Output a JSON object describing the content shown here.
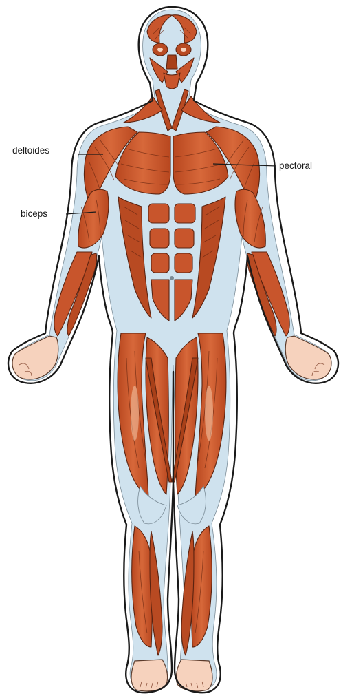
{
  "labels": {
    "deltoides": "deltoides",
    "biceps": "biceps",
    "pectoral": "pectoral"
  },
  "colors": {
    "muscle": "#c8552c",
    "muscle_dark": "#a33f1d",
    "tendon": "#cfe2ee",
    "skin": "#f6d2bd",
    "outline": "#1a1a1a",
    "background": "#ffffff"
  }
}
